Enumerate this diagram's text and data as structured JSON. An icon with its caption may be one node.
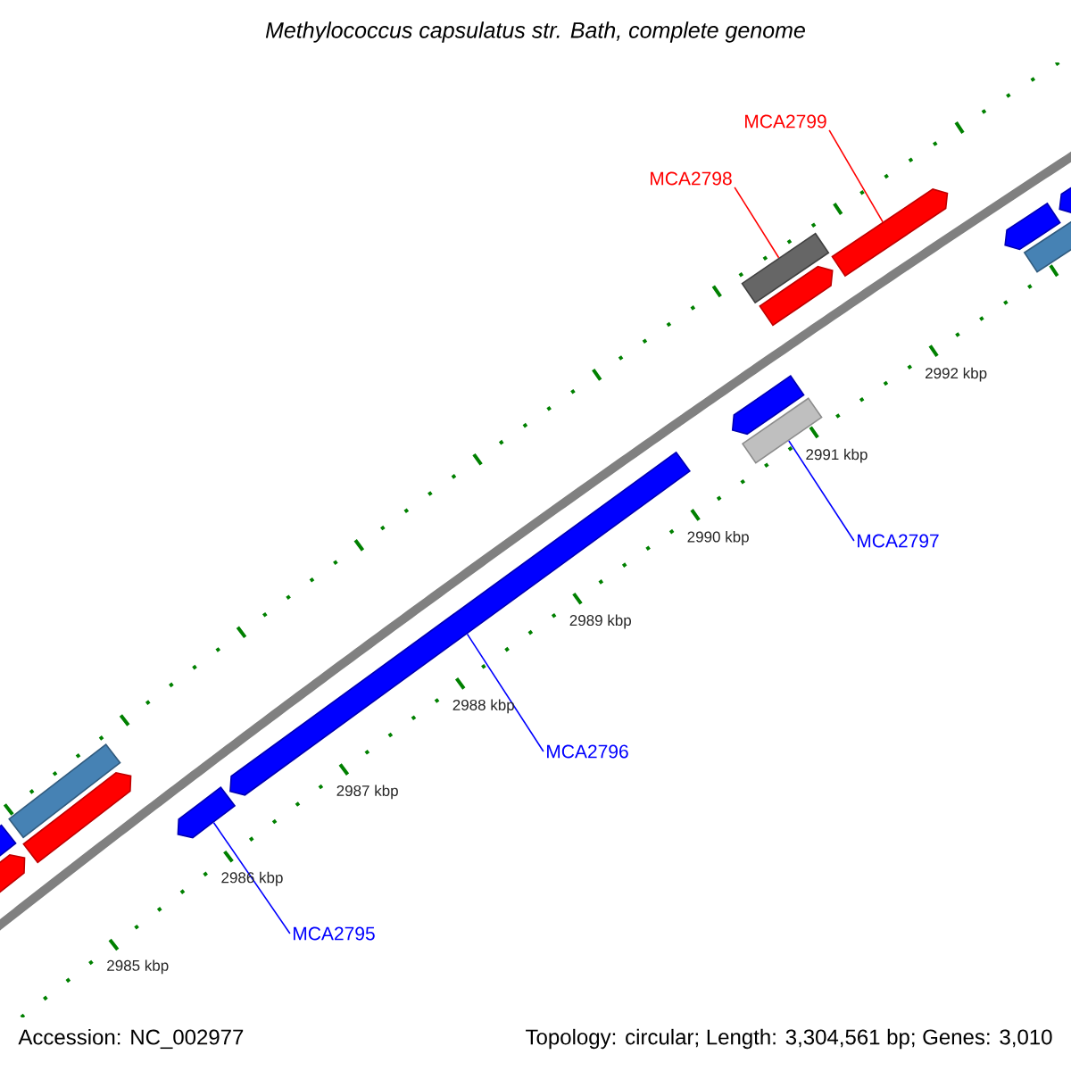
{
  "diagram": {
    "title": "Methylococcus capsulatus str. Bath, complete genome",
    "nodes": [
      {
        "text": [
          "MCA2799"
        ]
      },
      {
        "text": [
          "MCA2798"
        ]
      },
      {
        "text": [],
        "shape": "arrow"
      },
      {
        "text": [],
        "shape": "box"
      },
      {
        "text": [],
        "shape": "box"
      },
      {
        "text": [
          "MCA2797"
        ]
      },
      {
        "text": [],
        "shape": "arrow"
      },
      {
        "text": [
          "MCA2796"
        ]
      },
      {
        "text": [],
        "shape": "arrow"
      },
      {
        "text": [
          "MCA2795"
        ]
      },
      {
        "text": [],
        "shape": "arrow"
      },
      {
        "text": [],
        "shape": "arrow"
      },
      {
        "text": [],
        "shape": "arrow"
      },
      {
        "text": [],
        "shape": "box"
      },
      {
        "text": [],
        "shape": "arrow"
      },
      {
        "text": [],
        "shape": "arrow"
      },
      {
        "text": [],
        "shape": "arrow"
      },
      {
        "text": [],
        "shape": "arrow"
      },
      {
        "text": [],
        "shape": "box"
      }
    ],
    "edges": [
      {
        "from": 0,
        "to": 2,
        "arrow": "none",
        "color": "#ff0000"
      },
      {
        "from": 1,
        "to": 3,
        "arrow": "none",
        "color": "#ff0000"
      },
      {
        "from": 5,
        "to": 4,
        "arrow": "none"
      },
      {
        "from": 7,
        "to": 6,
        "arrow": "none"
      },
      {
        "from": 9,
        "to": 8,
        "arrow": "none"
      }
    ],
    "labels": [
      "2992 kbp",
      "2991 kbp",
      "2990 kbp",
      "2989 kbp",
      "2988 kbp",
      "2987 kbp",
      "2986 kbp",
      "2985 kbp",
      "Accession: NC_002977",
      "Topology: circular; Length: 3,304,561 bp; Genes: 3,010"
    ]
  }
}
